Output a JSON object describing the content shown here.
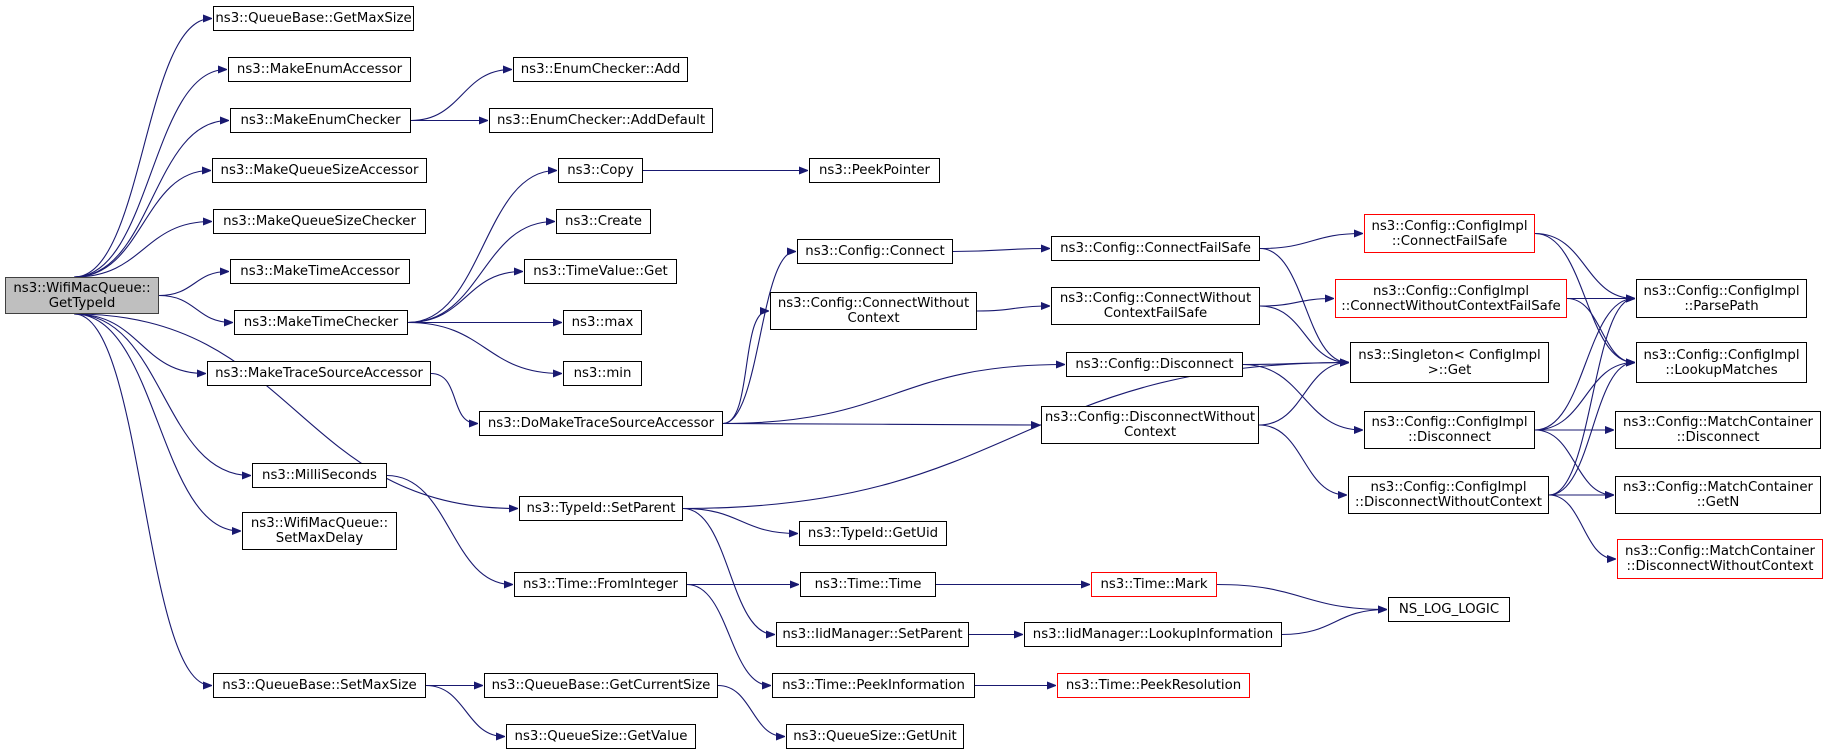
{
  "diagram": {
    "edge_color": "#191970",
    "truncated_border_color": "#ff0000",
    "root_fill": "#bfbfbf",
    "nodes": [
      {
        "id": "root",
        "lines": [
          "ns3::WifiMacQueue::",
          "GetTypeId"
        ],
        "style": "root"
      },
      {
        "id": "qb_getmax",
        "lines": [
          "ns3::QueueBase::GetMaxSize"
        ]
      },
      {
        "id": "mkenumacc",
        "lines": [
          "ns3::MakeEnumAccessor"
        ]
      },
      {
        "id": "mkenumchk",
        "lines": [
          "ns3::MakeEnumChecker"
        ]
      },
      {
        "id": "mkqsacc",
        "lines": [
          "ns3::MakeQueueSizeAccessor"
        ]
      },
      {
        "id": "mkqschk",
        "lines": [
          "ns3::MakeQueueSizeChecker"
        ]
      },
      {
        "id": "mktimeacc",
        "lines": [
          "ns3::MakeTimeAccessor"
        ]
      },
      {
        "id": "mktimechk",
        "lines": [
          "ns3::MakeTimeChecker"
        ]
      },
      {
        "id": "mktsacc",
        "lines": [
          "ns3::MakeTraceSourceAccessor"
        ]
      },
      {
        "id": "millis",
        "lines": [
          "ns3::MilliSeconds"
        ]
      },
      {
        "id": "setmaxdelay",
        "lines": [
          "ns3::WifiMacQueue::",
          "SetMaxDelay"
        ]
      },
      {
        "id": "qb_setmax",
        "lines": [
          "ns3::QueueBase::SetMaxSize"
        ]
      },
      {
        "id": "enum_add",
        "lines": [
          "ns3::EnumChecker::Add"
        ]
      },
      {
        "id": "enum_adddef",
        "lines": [
          "ns3::EnumChecker::AddDefault"
        ]
      },
      {
        "id": "copy",
        "lines": [
          "ns3::Copy"
        ]
      },
      {
        "id": "create",
        "lines": [
          "ns3::Create"
        ]
      },
      {
        "id": "tv_get",
        "lines": [
          "ns3::TimeValue::Get"
        ]
      },
      {
        "id": "max",
        "lines": [
          "ns3::max"
        ]
      },
      {
        "id": "min",
        "lines": [
          "ns3::min"
        ]
      },
      {
        "id": "dmtsa",
        "lines": [
          "ns3::DoMakeTraceSourceAccessor"
        ]
      },
      {
        "id": "tid_setparent",
        "lines": [
          "ns3::TypeId::SetParent"
        ]
      },
      {
        "id": "time_fromint",
        "lines": [
          "ns3::Time::FromInteger"
        ]
      },
      {
        "id": "qb_getcur",
        "lines": [
          "ns3::QueueBase::GetCurrentSize"
        ]
      },
      {
        "id": "qs_getval",
        "lines": [
          "ns3::QueueSize::GetValue"
        ]
      },
      {
        "id": "peekptr",
        "lines": [
          "ns3::PeekPointer"
        ]
      },
      {
        "id": "cfg_connect",
        "lines": [
          "ns3::Config::Connect"
        ]
      },
      {
        "id": "cfg_connwoc",
        "lines": [
          "ns3::Config::ConnectWithout",
          "Context"
        ]
      },
      {
        "id": "tid_getuid",
        "lines": [
          "ns3::TypeId::GetUid"
        ]
      },
      {
        "id": "time_time",
        "lines": [
          "ns3::Time::Time"
        ]
      },
      {
        "id": "iid_setparent",
        "lines": [
          "ns3::IidManager::SetParent"
        ]
      },
      {
        "id": "time_peekinfo",
        "lines": [
          "ns3::Time::PeekInformation"
        ]
      },
      {
        "id": "qs_getunit",
        "lines": [
          "ns3::QueueSize::GetUnit"
        ]
      },
      {
        "id": "cfg_connfs",
        "lines": [
          "ns3::Config::ConnectFailSafe"
        ]
      },
      {
        "id": "cfg_connwocfs",
        "lines": [
          "ns3::Config::ConnectWithout",
          "ContextFailSafe"
        ]
      },
      {
        "id": "cfg_disc",
        "lines": [
          "ns3::Config::Disconnect"
        ]
      },
      {
        "id": "cfg_discwoc",
        "lines": [
          "ns3::Config::DisconnectWithout",
          "Context"
        ]
      },
      {
        "id": "time_mark",
        "lines": [
          "ns3::Time::Mark"
        ],
        "style": "truncated"
      },
      {
        "id": "iid_lookup",
        "lines": [
          "ns3::IidManager::LookupInformation"
        ]
      },
      {
        "id": "time_peekres",
        "lines": [
          "ns3::Time::PeekResolution"
        ],
        "style": "truncated"
      },
      {
        "id": "ci_connfs",
        "lines": [
          "ns3::Config::ConfigImpl",
          "::ConnectFailSafe"
        ],
        "style": "truncated"
      },
      {
        "id": "ci_connwocfs",
        "lines": [
          "ns3::Config::ConfigImpl",
          "::ConnectWithoutContextFailSafe"
        ],
        "style": "truncated"
      },
      {
        "id": "singleton_get",
        "lines": [
          "ns3::Singleton< ConfigImpl",
          " >::Get"
        ]
      },
      {
        "id": "ci_disc",
        "lines": [
          "ns3::Config::ConfigImpl",
          "::Disconnect"
        ]
      },
      {
        "id": "ci_discwoc",
        "lines": [
          "ns3::Config::ConfigImpl",
          "::DisconnectWithoutContext"
        ]
      },
      {
        "id": "nslog",
        "lines": [
          "NS_LOG_LOGIC"
        ]
      },
      {
        "id": "ci_parsepath",
        "lines": [
          "ns3::Config::ConfigImpl",
          "::ParsePath"
        ]
      },
      {
        "id": "ci_lookup",
        "lines": [
          "ns3::Config::ConfigImpl",
          "::LookupMatches"
        ]
      },
      {
        "id": "mc_disc",
        "lines": [
          "ns3::Config::MatchContainer",
          "::Disconnect"
        ]
      },
      {
        "id": "mc_getn",
        "lines": [
          "ns3::Config::MatchContainer",
          "::GetN"
        ]
      },
      {
        "id": "mc_discwoc",
        "lines": [
          "ns3::Config::MatchContainer",
          "::DisconnectWithoutContext"
        ],
        "style": "truncated"
      }
    ],
    "edges": [
      [
        "root",
        "qb_getmax"
      ],
      [
        "root",
        "mkenumacc"
      ],
      [
        "root",
        "mkenumchk"
      ],
      [
        "root",
        "mkqsacc"
      ],
      [
        "root",
        "mkqschk"
      ],
      [
        "root",
        "mktimeacc"
      ],
      [
        "root",
        "mktimechk"
      ],
      [
        "root",
        "mktsacc"
      ],
      [
        "root",
        "tid_setparent"
      ],
      [
        "root",
        "millis"
      ],
      [
        "root",
        "setmaxdelay"
      ],
      [
        "root",
        "qb_setmax"
      ],
      [
        "mkenumchk",
        "enum_add"
      ],
      [
        "mkenumchk",
        "enum_adddef"
      ],
      [
        "mktimechk",
        "copy"
      ],
      [
        "mktimechk",
        "create"
      ],
      [
        "mktimechk",
        "tv_get"
      ],
      [
        "mktimechk",
        "max"
      ],
      [
        "mktimechk",
        "min"
      ],
      [
        "mktsacc",
        "dmtsa"
      ],
      [
        "millis",
        "time_fromint"
      ],
      [
        "qb_setmax",
        "qb_getcur"
      ],
      [
        "qb_setmax",
        "qs_getval"
      ],
      [
        "copy",
        "peekptr"
      ],
      [
        "dmtsa",
        "cfg_connect"
      ],
      [
        "dmtsa",
        "cfg_connwoc"
      ],
      [
        "dmtsa",
        "cfg_disc"
      ],
      [
        "dmtsa",
        "cfg_discwoc"
      ],
      [
        "tid_setparent",
        "singleton_get"
      ],
      [
        "tid_setparent",
        "tid_getuid"
      ],
      [
        "tid_setparent",
        "iid_setparent"
      ],
      [
        "time_fromint",
        "time_time"
      ],
      [
        "time_fromint",
        "time_peekinfo"
      ],
      [
        "qb_getcur",
        "qs_getunit"
      ],
      [
        "cfg_connect",
        "cfg_connfs"
      ],
      [
        "cfg_connwoc",
        "cfg_connwocfs"
      ],
      [
        "cfg_disc",
        "singleton_get"
      ],
      [
        "cfg_disc",
        "ci_disc"
      ],
      [
        "cfg_discwoc",
        "singleton_get"
      ],
      [
        "cfg_discwoc",
        "ci_discwoc"
      ],
      [
        "time_time",
        "time_mark"
      ],
      [
        "iid_setparent",
        "iid_lookup"
      ],
      [
        "time_peekinfo",
        "time_peekres"
      ],
      [
        "cfg_connfs",
        "ci_connfs"
      ],
      [
        "cfg_connfs",
        "singleton_get"
      ],
      [
        "cfg_connwocfs",
        "ci_connwocfs"
      ],
      [
        "cfg_connwocfs",
        "singleton_get"
      ],
      [
        "time_mark",
        "nslog"
      ],
      [
        "iid_lookup",
        "nslog"
      ],
      [
        "ci_connfs",
        "ci_parsepath"
      ],
      [
        "ci_connfs",
        "ci_lookup"
      ],
      [
        "ci_connwocfs",
        "ci_parsepath"
      ],
      [
        "ci_connwocfs",
        "ci_lookup"
      ],
      [
        "ci_disc",
        "ci_parsepath"
      ],
      [
        "ci_disc",
        "ci_lookup"
      ],
      [
        "ci_disc",
        "mc_disc"
      ],
      [
        "ci_disc",
        "mc_getn"
      ],
      [
        "ci_discwoc",
        "ci_parsepath"
      ],
      [
        "ci_discwoc",
        "ci_lookup"
      ],
      [
        "ci_discwoc",
        "mc_getn"
      ],
      [
        "ci_discwoc",
        "mc_discwoc"
      ]
    ]
  }
}
